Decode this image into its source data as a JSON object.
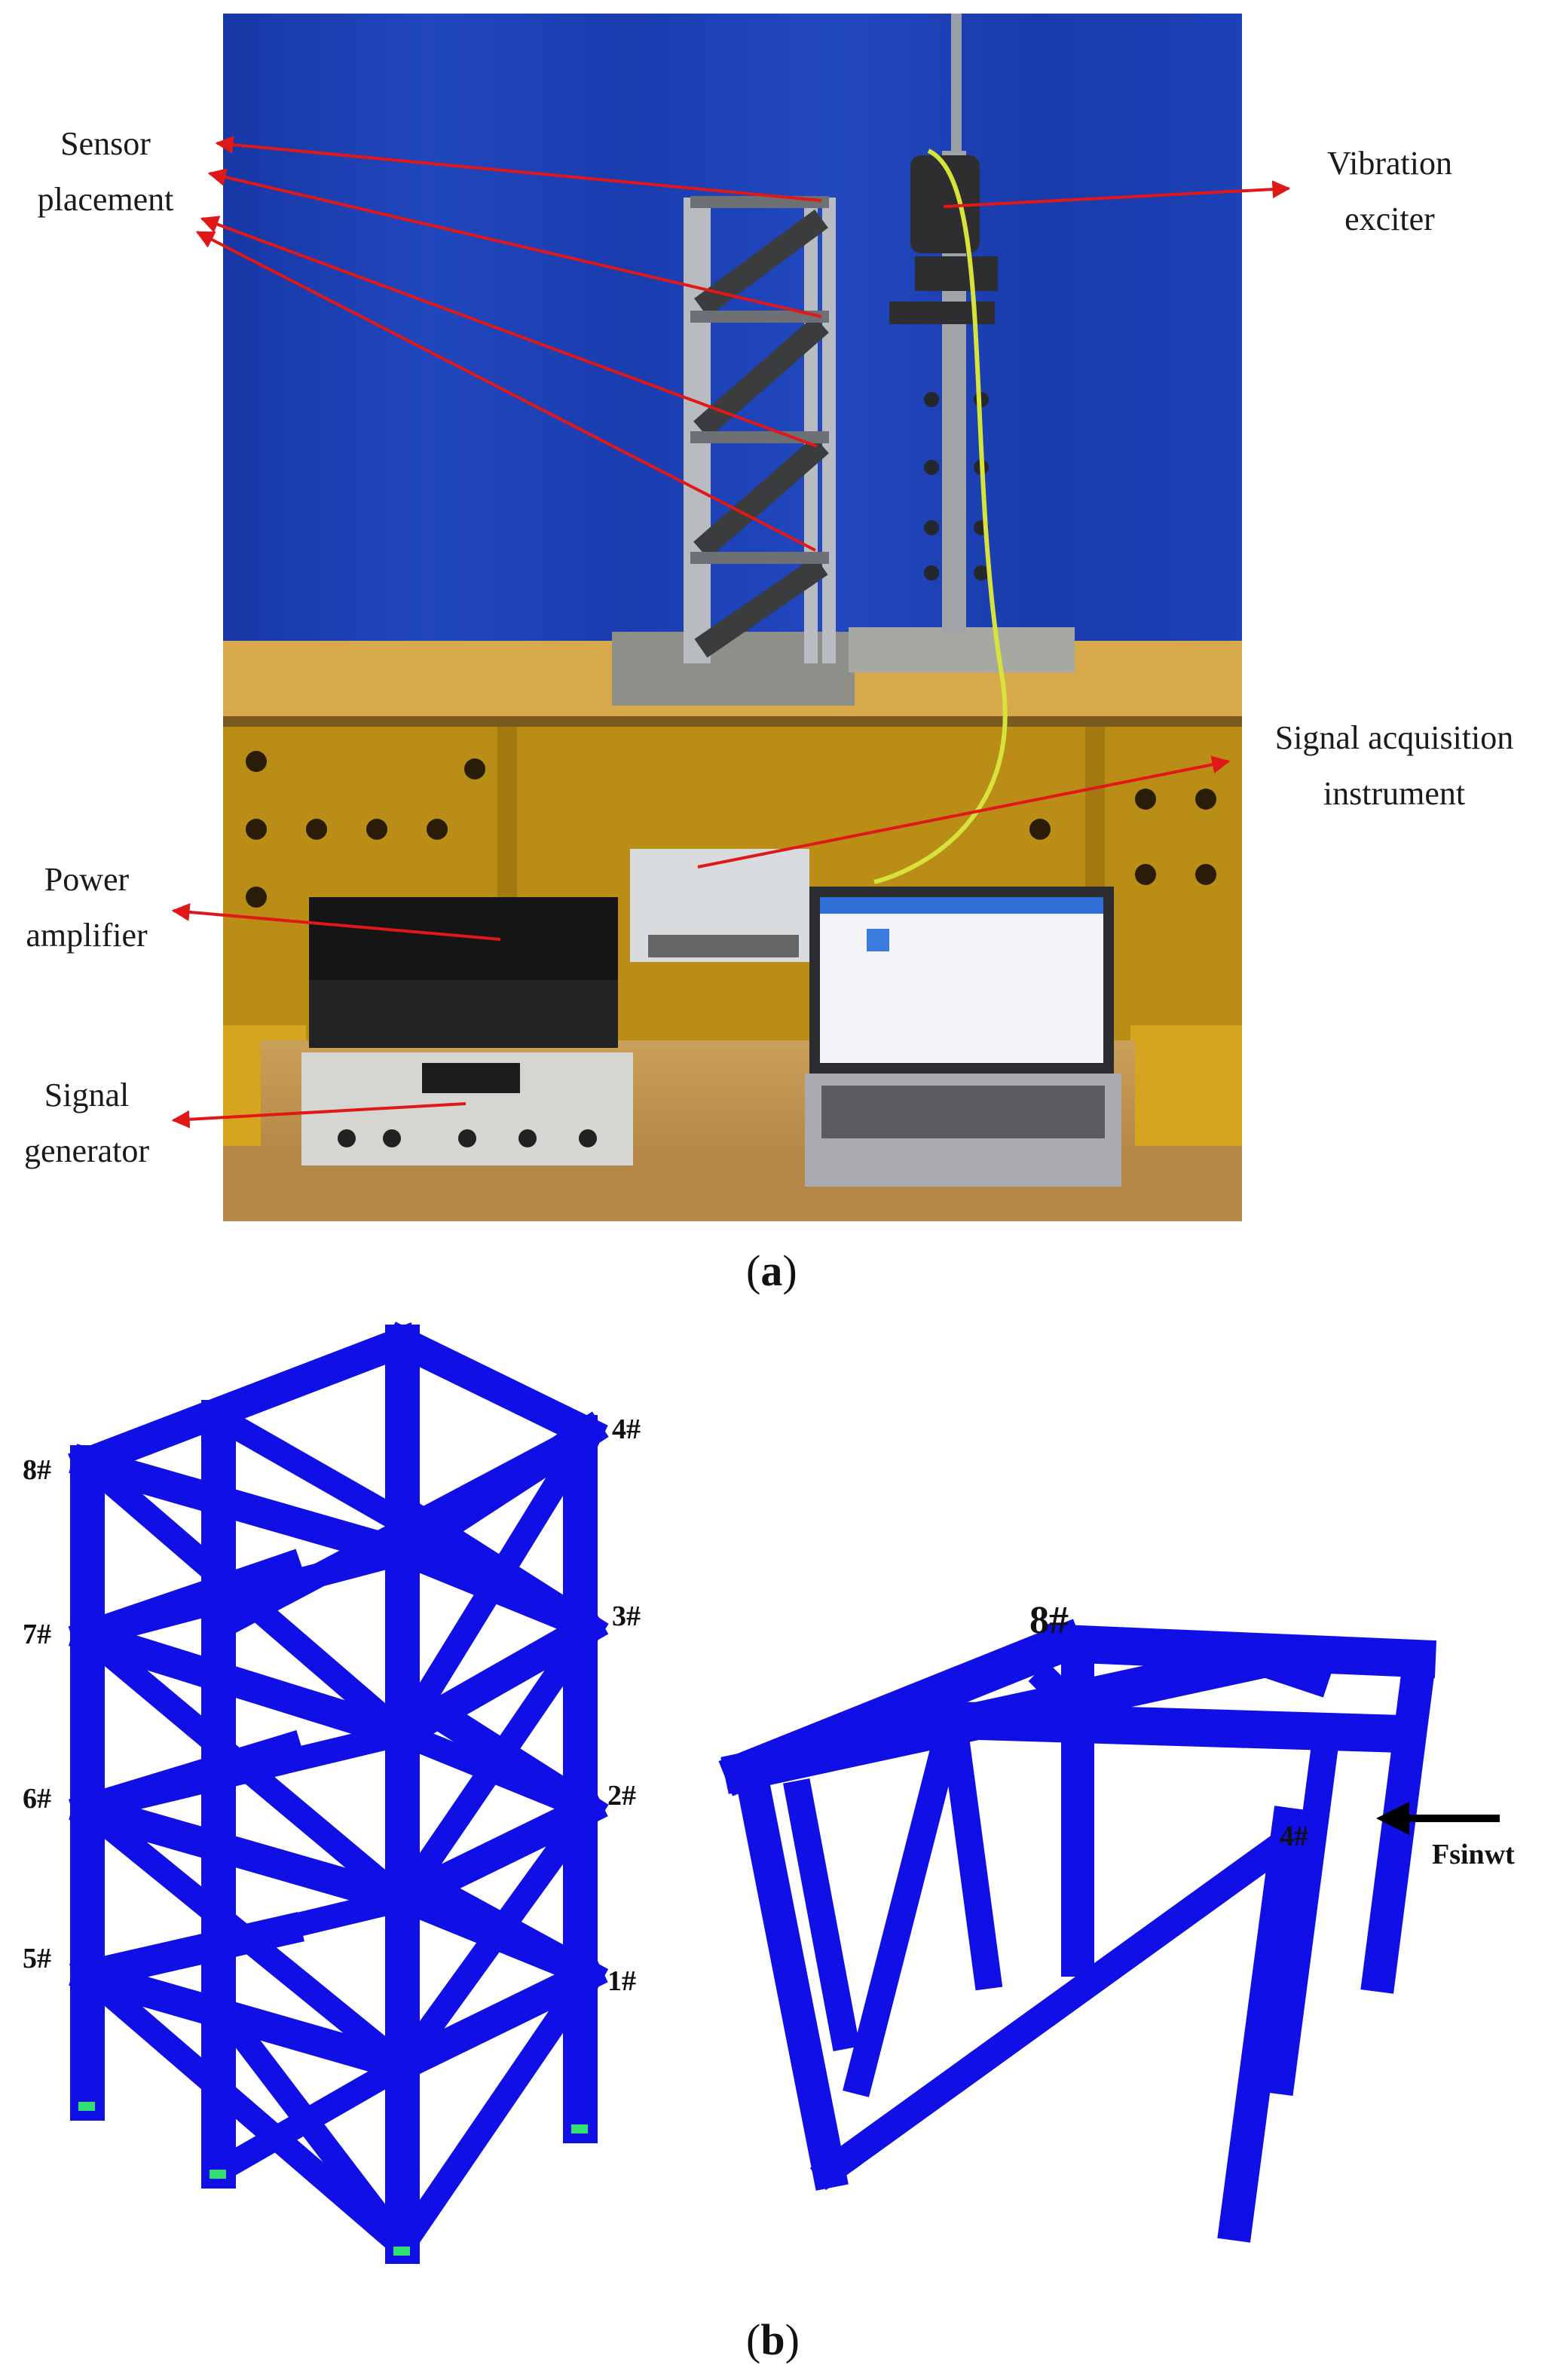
{
  "panel_a": {
    "caption_open": "(",
    "caption_letter": "a",
    "caption_close": ")",
    "labels": {
      "sensor_line1": "Sensor",
      "sensor_line2": "placement",
      "exciter_line1": "Vibration",
      "exciter_line2": "exciter",
      "acq_line1": "Signal acquisition",
      "acq_line2": "instrument",
      "amp_line1": "Power",
      "amp_line2": "amplifier",
      "gen_line1": "Signal",
      "gen_line2": "generator"
    }
  },
  "panel_b": {
    "caption_open": "(",
    "caption_letter": "b",
    "caption_close": ")",
    "tower_nodes": [
      "8#",
      "7#",
      "6#",
      "5#",
      "4#",
      "3#",
      "2#",
      "1#"
    ],
    "table_nodes": {
      "top": "8#",
      "side": "4#"
    },
    "force_label": "Fsinwt"
  },
  "colors": {
    "backdrop": "#1b3fb0",
    "frame_blue": "#1010e6",
    "arrow_red": "#e01818",
    "table_yellow": "#c9a21c"
  }
}
